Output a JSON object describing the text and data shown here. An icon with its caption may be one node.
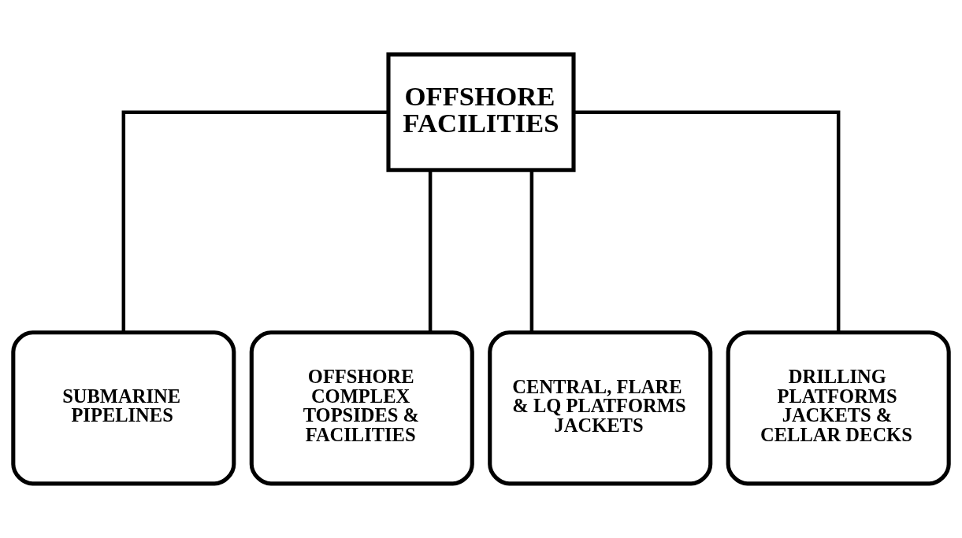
{
  "diagram": {
    "nodes": [
      {
        "text": [
          "OFFSHORE FACILITIES"
        ]
      },
      {
        "text": [
          "SUBMARINE PIPELINES"
        ]
      },
      {
        "text": [
          "OFFSHORE COMPLEX TOPSIDES & FACILITIES"
        ]
      },
      {
        "text": [
          "CENTRAL, FLARE & LQ PLATFORMS JACKETS"
        ]
      },
      {
        "text": [
          "DRILLING PLATFORMS JACKETS & CELLAR DECKS"
        ]
      }
    ],
    "edges": [
      {
        "from": 0,
        "to": 1,
        "arrow": "none"
      },
      {
        "from": 0,
        "to": 2,
        "arrow": "none"
      },
      {
        "from": 0,
        "to": 3,
        "arrow": "none"
      },
      {
        "from": 0,
        "to": 4,
        "arrow": "none"
      }
    ]
  }
}
